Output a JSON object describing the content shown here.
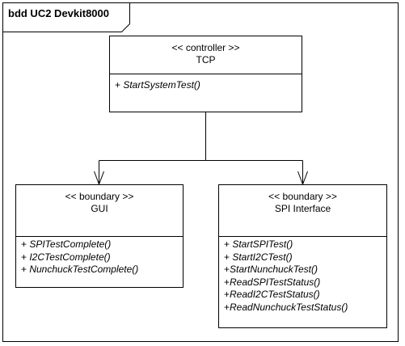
{
  "frame": {
    "title": "bdd UC2 Devkit8000"
  },
  "classes": {
    "tcp": {
      "stereotype": "<< controller >>",
      "name": "TCP",
      "operations": [
        {
          "vis": "+ ",
          "name": "StartSystemTest()"
        }
      ]
    },
    "gui": {
      "stereotype": "<< boundary >>",
      "name": "GUI",
      "operations": [
        {
          "vis": "+ ",
          "name": "SPITestComplete()"
        },
        {
          "vis": "+ ",
          "name": "I2CTestComplete()"
        },
        {
          "vis": "+ ",
          "name": "NunchuckTestComplete()"
        }
      ]
    },
    "spi": {
      "stereotype": "<< boundary >>",
      "name": "SPI Interface",
      "operations": [
        {
          "vis": "+ ",
          "name": "StartSPITest()"
        },
        {
          "vis": "+ ",
          "name": "StartI2CTest()"
        },
        {
          "vis": "+",
          "name": "StartNunchuckTest()"
        },
        {
          "vis": "+",
          "name": "ReadSPITestStatus()"
        },
        {
          "vis": "+",
          "name": "ReadI2CTestStatus()"
        },
        {
          "vis": "+",
          "name": "ReadNunchuckTestStatus()"
        }
      ]
    }
  }
}
